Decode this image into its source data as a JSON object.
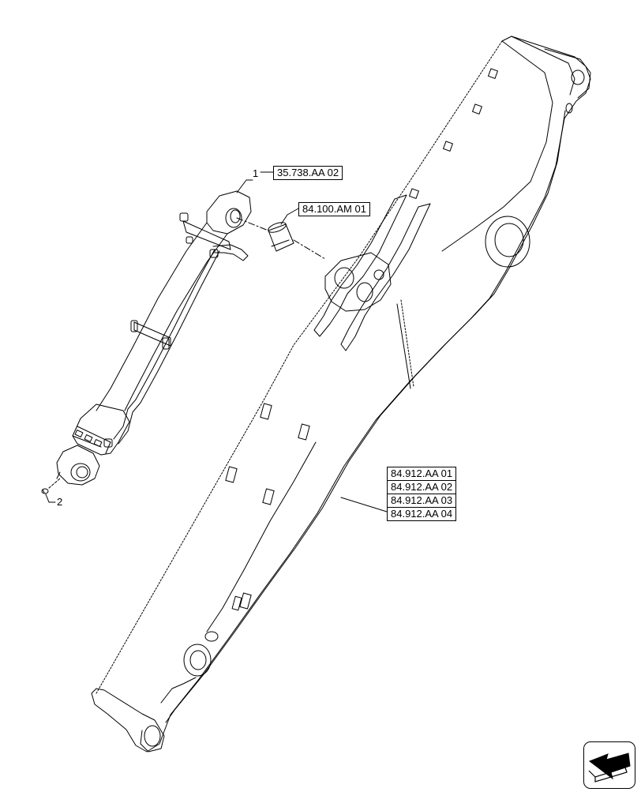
{
  "callouts": [
    {
      "id": "1",
      "label": "1"
    },
    {
      "id": "2",
      "label": "2"
    }
  ],
  "references": {
    "cylinder": "35.738.AA 02",
    "bushing": "84.100.AM 01",
    "boom": [
      "84.912.AA 01",
      "84.912.AA 02",
      "84.912.AA 03",
      "84.912.AA 04"
    ]
  },
  "icons": {
    "navigation": "next-page-arrow-icon"
  }
}
